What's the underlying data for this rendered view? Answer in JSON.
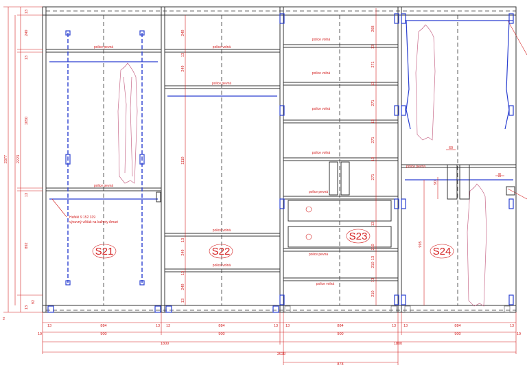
{
  "labels": {
    "fixed_shelf": "police pevná",
    "free_shelf": "police volná",
    "rail_note_line1": "Hafelé 9 152 319",
    "rail_note_line2": "výsuvný věšák na kalhoty Amari"
  },
  "sections": [
    "S21",
    "S22",
    "S23",
    "S24"
  ],
  "dimensions": {
    "left_vertical": [
      "13",
      "249",
      "13",
      "1050",
      "13",
      "892",
      "13",
      "92"
    ],
    "total_heights": [
      "2377",
      "2223"
    ],
    "s22_vertical": [
      "249",
      "13",
      "249",
      "1119",
      "13",
      "249",
      "13",
      "249",
      "13"
    ],
    "s23_vertical": [
      "268",
      "13",
      "271",
      "13",
      "271",
      "13",
      "271",
      "13",
      "271",
      "13",
      "210",
      "13",
      "210",
      "13",
      "210"
    ],
    "s24_vertical": [
      "995"
    ],
    "s24_small": [
      "60",
      "90",
      "50"
    ],
    "bottom_row1": [
      "13",
      "884",
      "13",
      "13",
      "884",
      "13",
      "13",
      "884",
      "13",
      "13",
      "884",
      "13"
    ],
    "bottom_row2": [
      "19",
      "900",
      "900",
      "900",
      "900",
      "19"
    ],
    "bottom_row3": [
      "1800",
      "1800"
    ],
    "bottom_row4": "3638",
    "bottom_row5": "878",
    "side_left": "2"
  },
  "colors": {
    "dimension": "#d42020",
    "fitting": "#2a3fd0",
    "garment": "#c86a8a",
    "structure": "#333333"
  }
}
